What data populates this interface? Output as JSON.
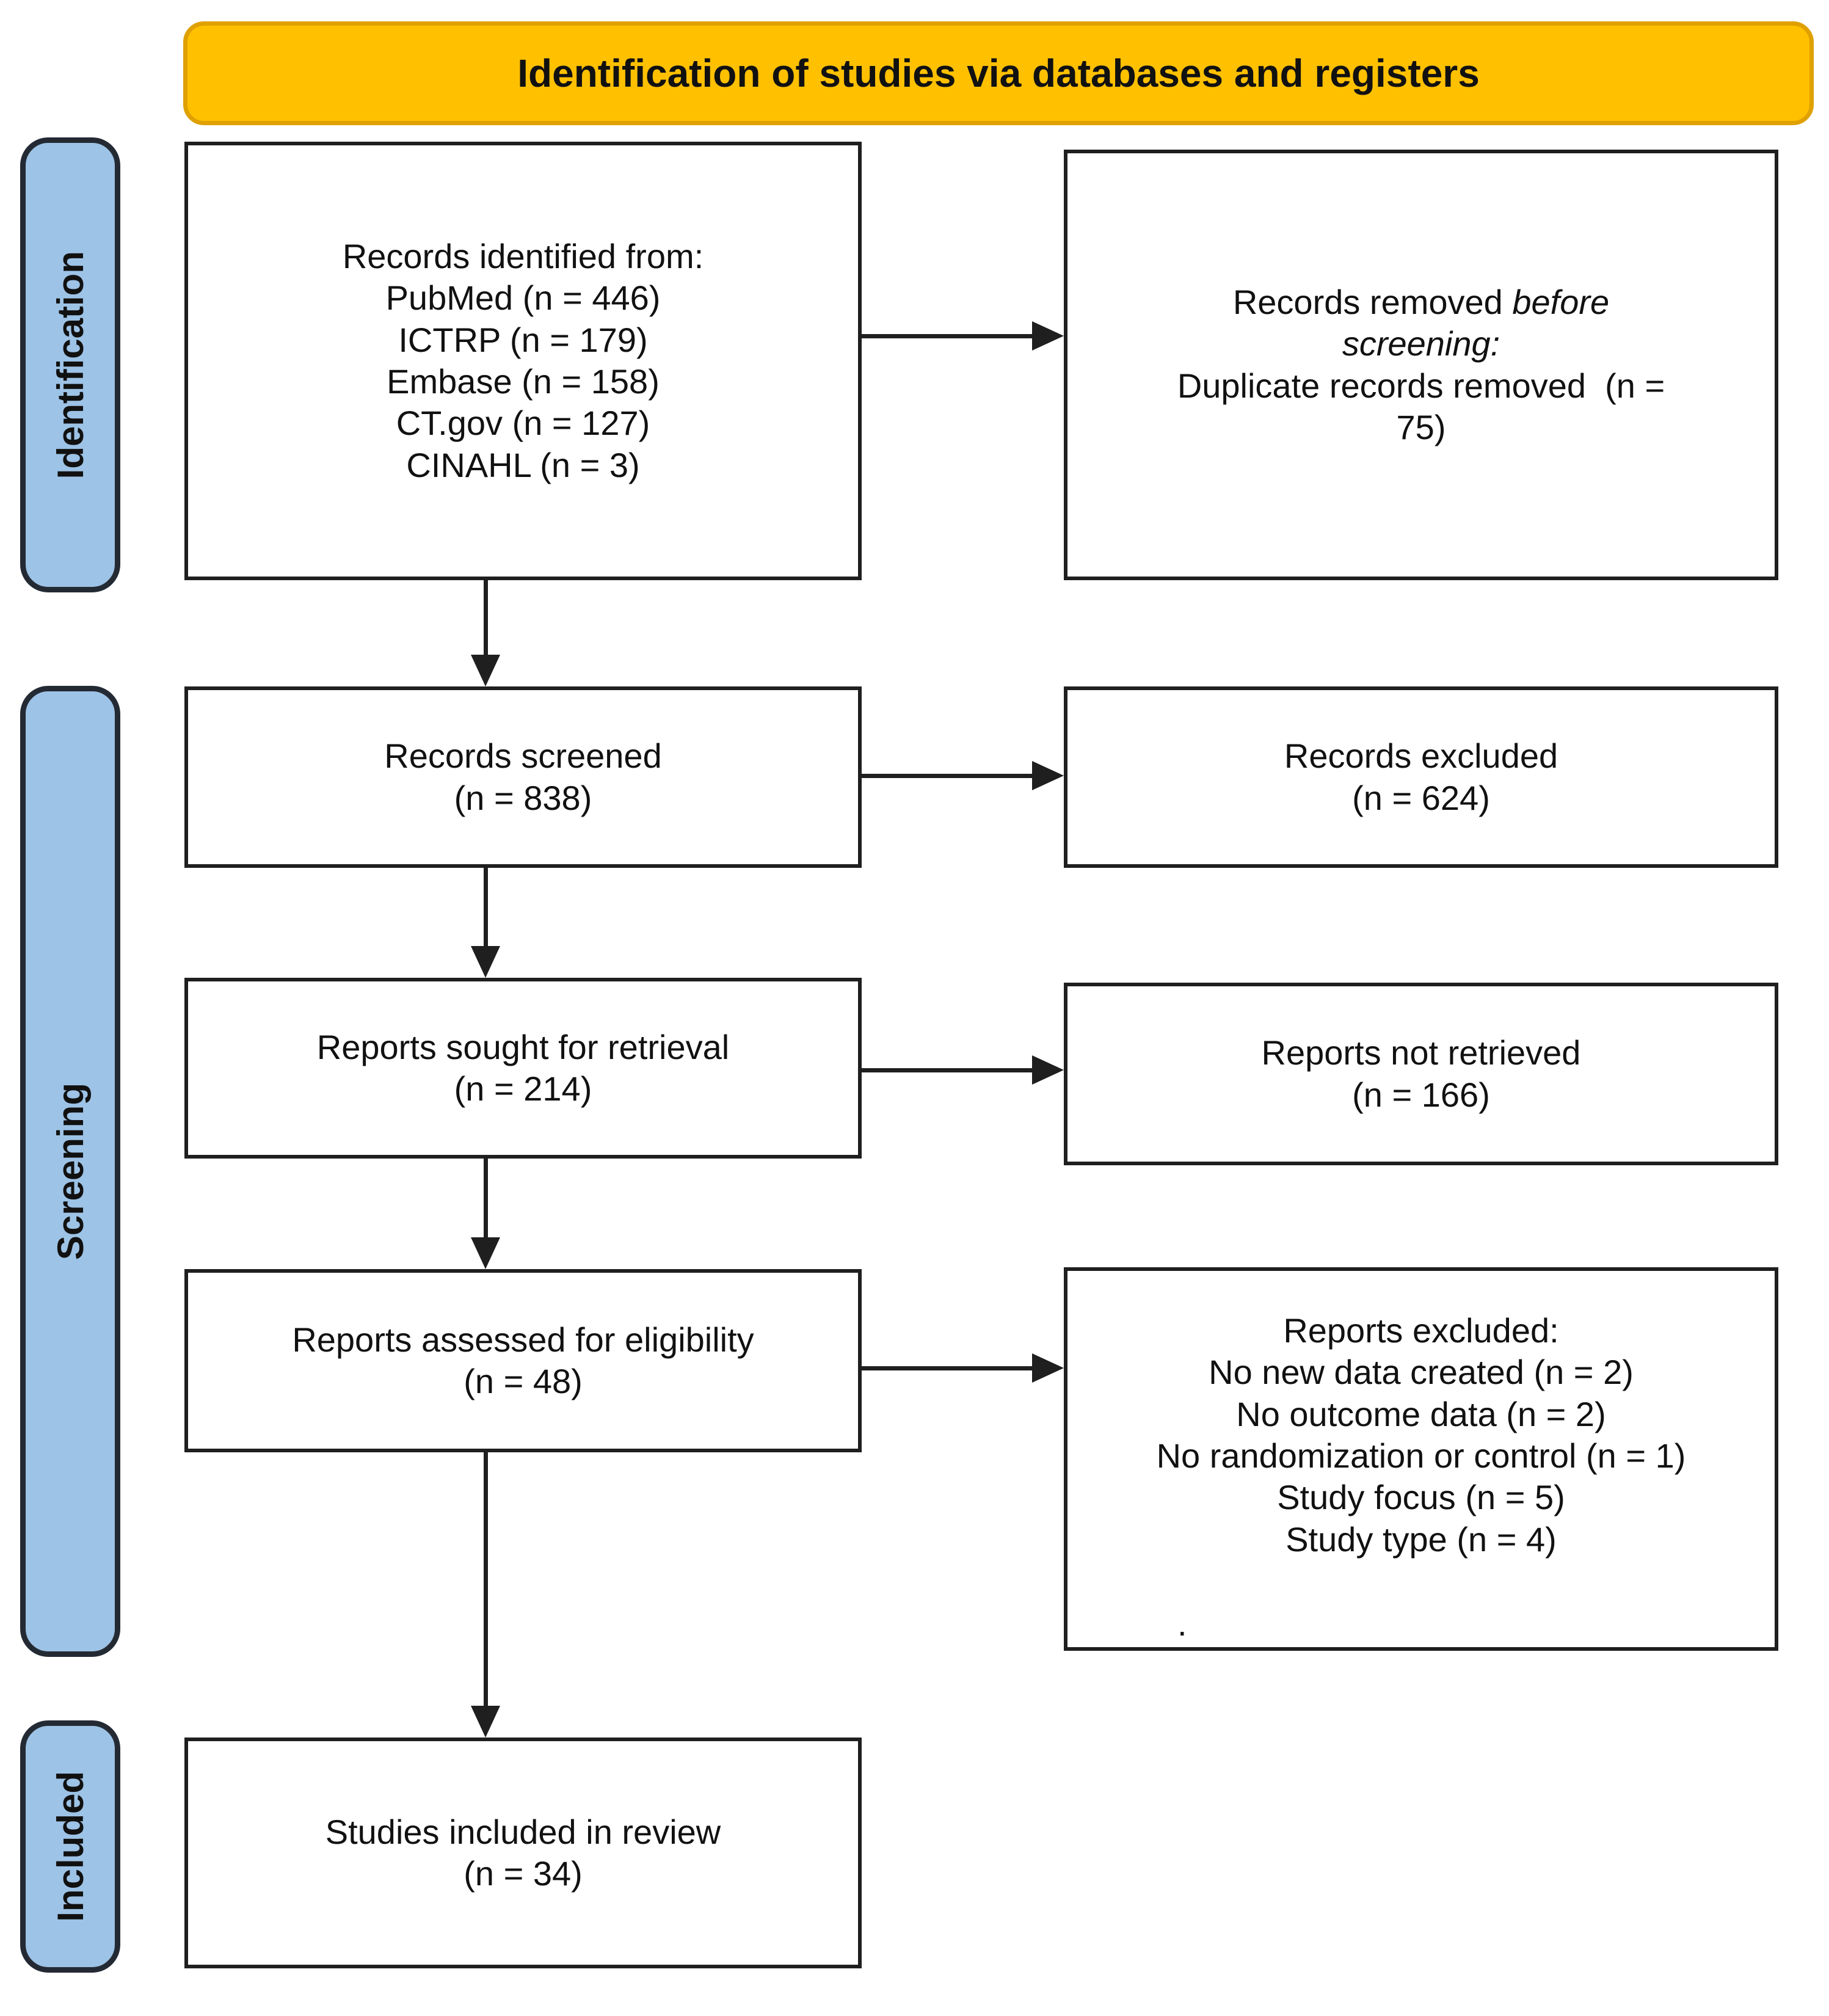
{
  "banner": {
    "title": "Identification of studies via databases and registers",
    "bg": "#FFC000",
    "border": "#DFA000"
  },
  "stages": [
    {
      "label": "Identification"
    },
    {
      "label": "Screening"
    },
    {
      "label": "Included"
    }
  ],
  "colors": {
    "stage_bg": "#9DC3E6",
    "stage_border": "#242A33",
    "box_border": "#1F1F1F",
    "arrow": "#1F1F1F",
    "text": "#111111"
  },
  "boxes": {
    "identified": {
      "lines": [
        "Records identified from:",
        "PubMed (n = 446)",
        "ICTRP (n = 179)",
        "Embase (n = 158)",
        "CT.gov (n = 127)",
        "CINAHL (n = 3)"
      ]
    },
    "removed": {
      "l1_regular": "Records removed ",
      "l1_italic": "before",
      "l2_italic": "screening:",
      "l3": "Duplicate records removed  (n =",
      "l4": "75)"
    },
    "screened": {
      "lines": [
        "Records screened",
        "(n = 838)"
      ]
    },
    "records_excluded": {
      "lines": [
        "Records excluded",
        "(n = 624)"
      ]
    },
    "sought": {
      "lines": [
        "Reports sought for retrieval",
        "(n = 214)"
      ]
    },
    "not_retrieved": {
      "lines": [
        "Reports not retrieved",
        "(n = 166)"
      ]
    },
    "assessed": {
      "lines": [
        "Reports assessed for eligibility",
        "(n = 48)"
      ]
    },
    "reports_excluded": {
      "lines": [
        "Reports excluded:",
        "No new data created (n = 2)",
        "No outcome data (n = 2)",
        "No randomization or control (n = 1)",
        "Study focus (n = 5)",
        "Study type (n = 4)"
      ],
      "footnote": "."
    },
    "included_studies": {
      "lines": [
        "Studies included in review",
        "(n = 34)"
      ]
    }
  }
}
